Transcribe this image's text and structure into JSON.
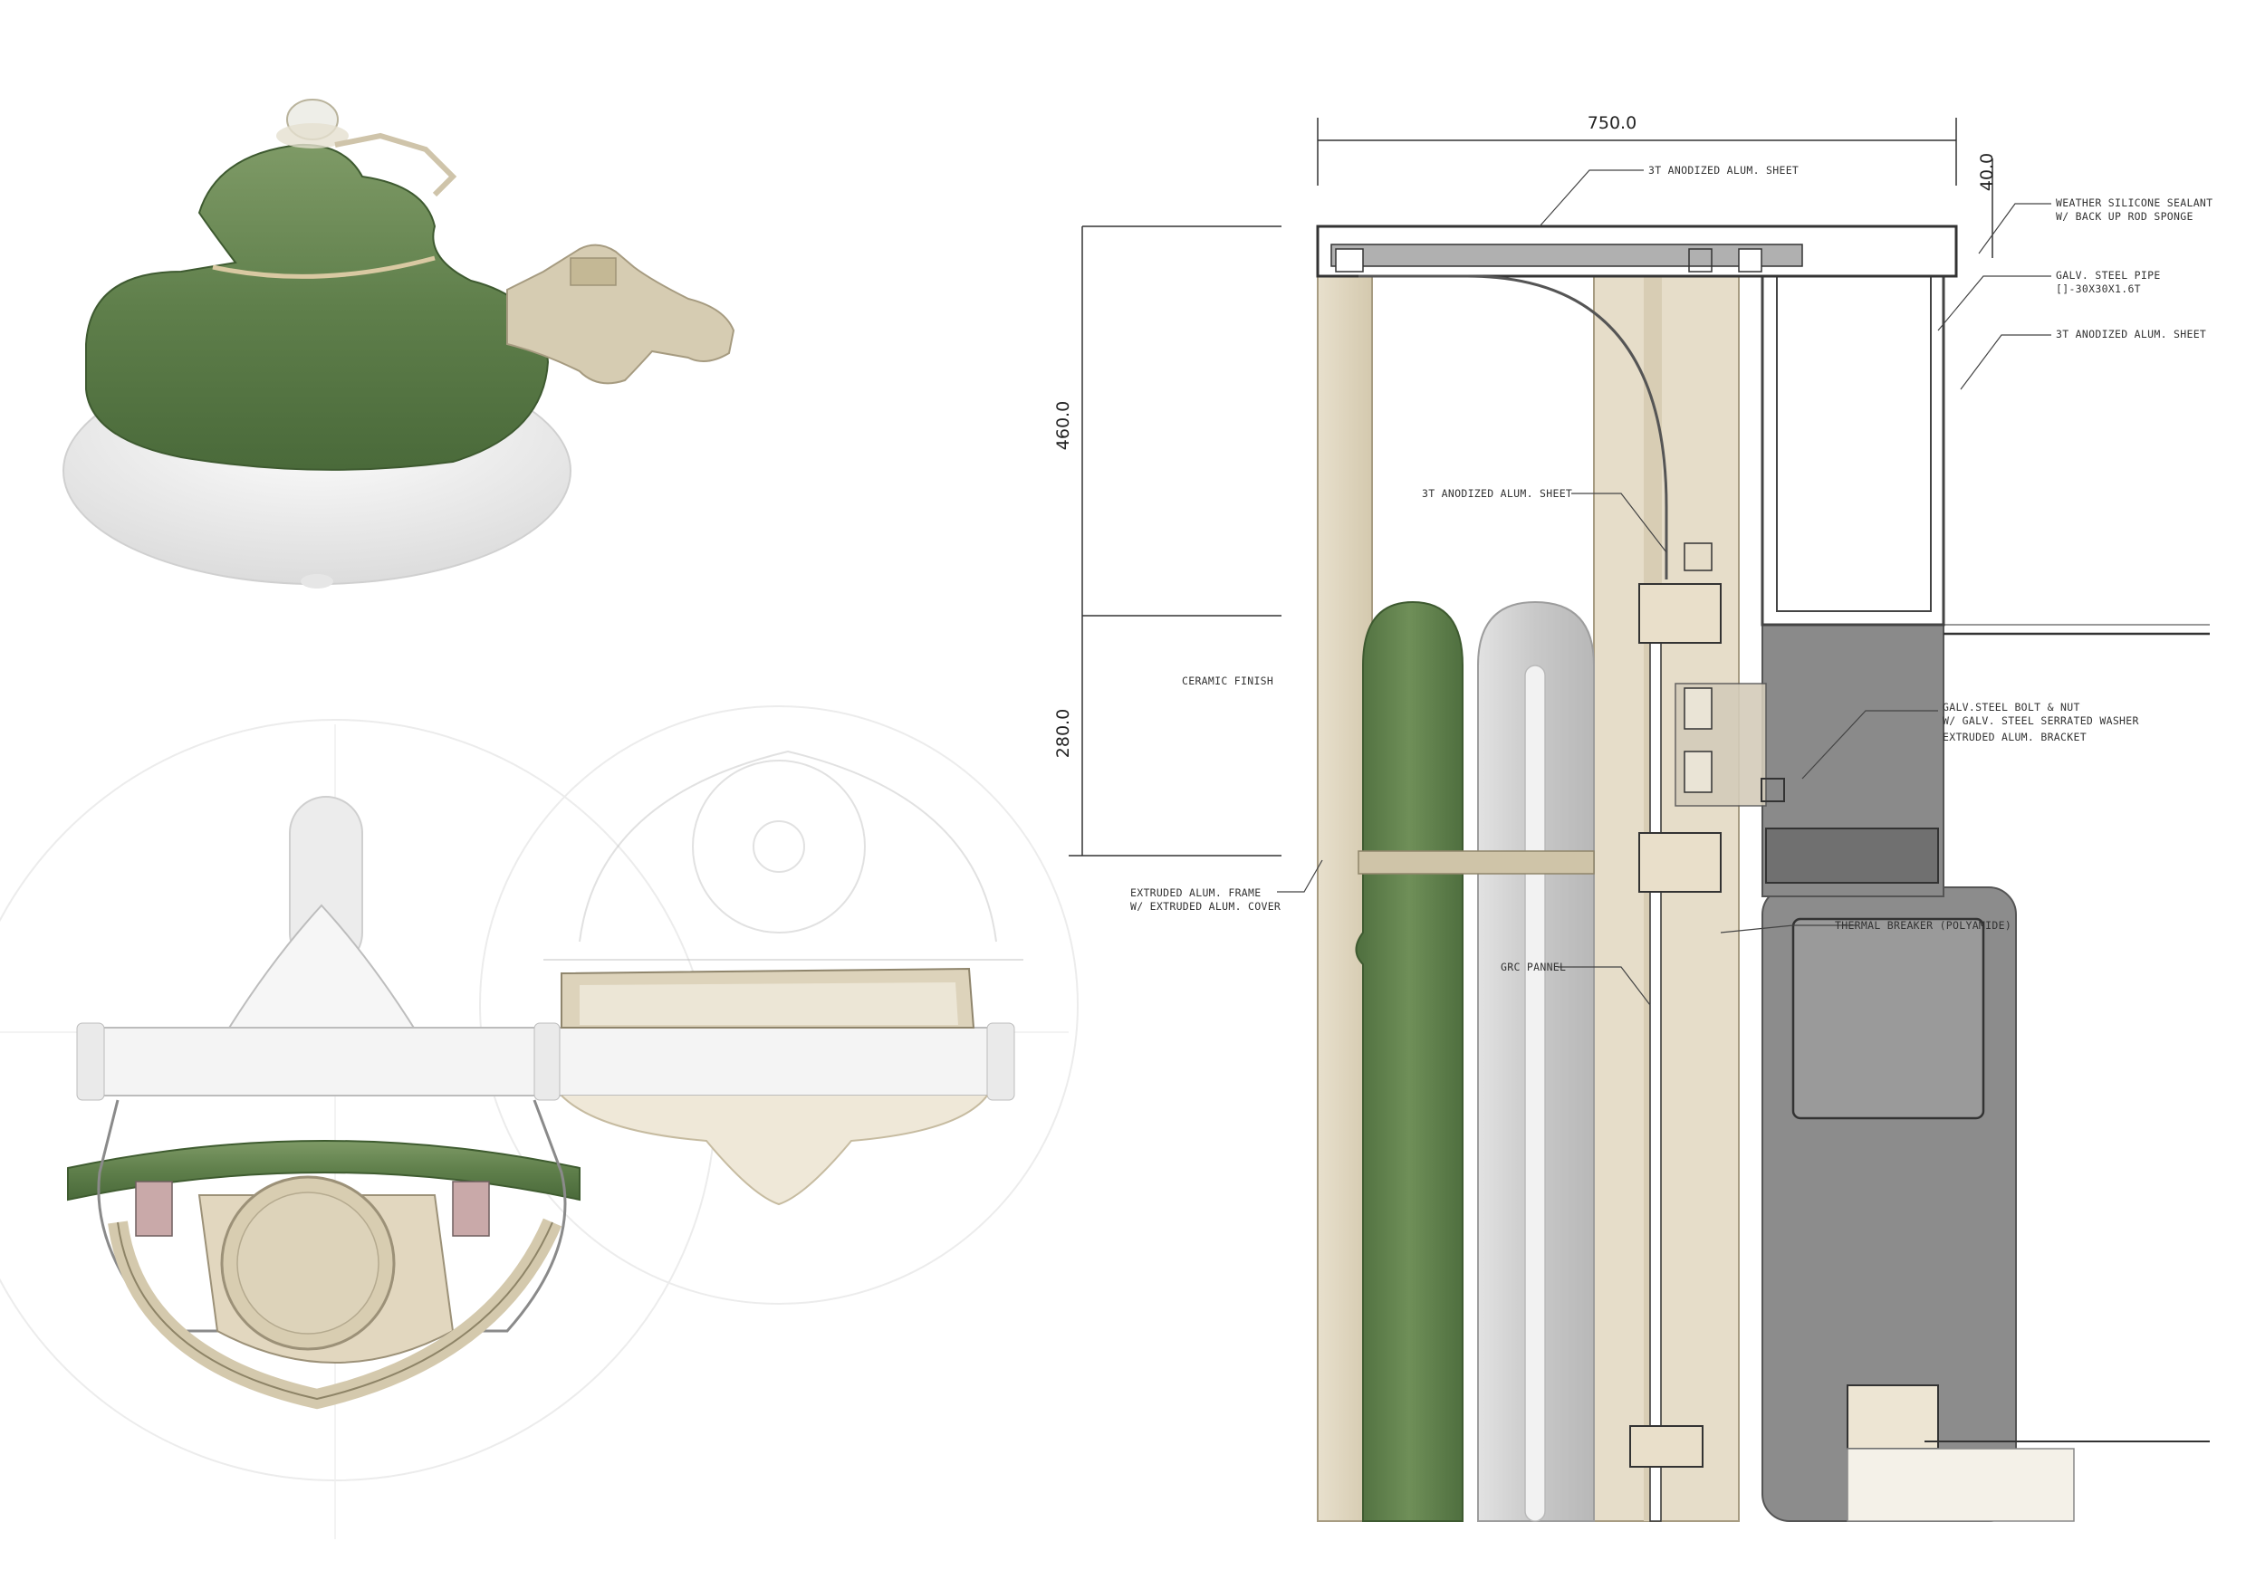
{
  "colors": {
    "ceramic_green": "#5e7d4a",
    "ceramic_green_light": "#8fa674",
    "frame_beige": "#d8cdb5",
    "steel_grey": "#7d7d7d",
    "white_body": "#f2f2f2"
  },
  "dimensions": {
    "width_top": "750.0",
    "height_upper": "460.0",
    "height_lower": "280.0",
    "offset_right": "40.0"
  },
  "annotations": {
    "alum_sheet_top": "3T ANODIZED ALUM. SHEET",
    "sealant_line1": "WEATHER SILICONE SEALANT",
    "sealant_line2": "W/ BACK UP ROD SPONGE",
    "steel_pipe_line1": "GALV. STEEL PIPE",
    "steel_pipe_line2": "[]-30X30X1.6T",
    "alum_sheet_right": "3T ANODIZED ALUM. SHEET",
    "alum_sheet_mid": "3T ANODIZED ALUM. SHEET",
    "ceramic_finish": "CERAMIC FINISH",
    "bolt_line1": "GALV.STEEL BOLT & NUT",
    "bolt_line2": "W/ GALV. STEEL SERRATED WASHER",
    "bracket": "EXTRUDED ALUM. BRACKET",
    "frame_line1": "EXTRUDED ALUM. FRAME",
    "frame_line2": "W/ EXTRUDED ALUM. COVER",
    "thermal_breaker": "THERMAL BREAKER (POLYAMIDE)",
    "grc_panel": "GRC PANNEL"
  }
}
